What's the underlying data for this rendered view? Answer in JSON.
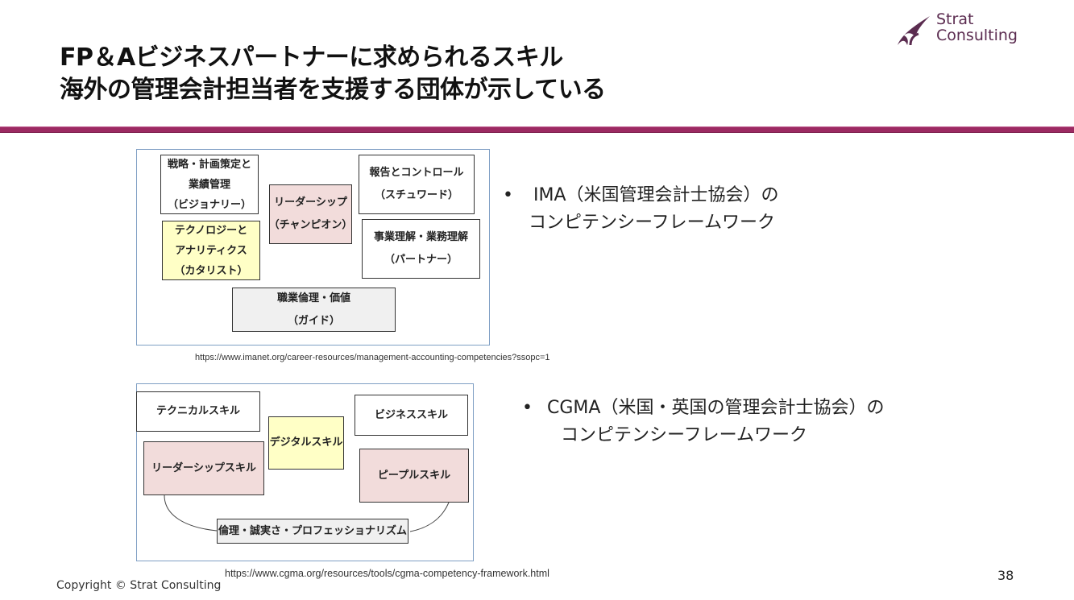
{
  "slide": {
    "title_line1": "FP＆Aビジネスパートナーに求められるスキル",
    "title_line2": "海外の管理会計担当者を支援する団体が示している",
    "logo": {
      "line1": "Strat",
      "line2": "Consulting",
      "icon": "strat-logo-icon"
    },
    "accent_color": "#9c2a62"
  },
  "ima_diagram": {
    "boxes": [
      {
        "lines": [
          "戦略・計画策定と",
          "業績管理",
          "（ビジョナリー）"
        ],
        "fill": "white"
      },
      {
        "lines": [
          "テクノロジーと",
          "アナリティクス",
          "（カタリスト）"
        ],
        "fill": "yellow"
      },
      {
        "lines": [
          "リーダーシップ",
          "（チャンピオン）"
        ],
        "fill": "pink"
      },
      {
        "lines": [
          "報告とコントロール",
          "（スチュワード）"
        ],
        "fill": "white"
      },
      {
        "lines": [
          "事業理解・業務理解",
          "（パートナー）"
        ],
        "fill": "white"
      },
      {
        "lines": [
          "職業倫理・価値",
          "（ガイド）"
        ],
        "fill": "gray"
      }
    ],
    "source_url": "https://www.imanet.org/career-resources/management-accounting-competencies?ssopc=1"
  },
  "cgma_diagram": {
    "boxes": [
      {
        "lines": [
          "テクニカルスキル"
        ],
        "fill": "white"
      },
      {
        "lines": [
          "デジタルスキル"
        ],
        "fill": "yellow"
      },
      {
        "lines": [
          "ビジネススキル"
        ],
        "fill": "white"
      },
      {
        "lines": [
          "リーダーシップスキル"
        ],
        "fill": "pink"
      },
      {
        "lines": [
          "ピープルスキル"
        ],
        "fill": "pink"
      },
      {
        "lines": [
          "倫理・誠実さ・プロフェッショナリズム"
        ],
        "fill": "gray"
      }
    ],
    "source_url": "https://www.cgma.org/resources/tools/cgma-competency-framework.html"
  },
  "bullets": [
    {
      "marker": "•",
      "line1": "IMA（米国管理会計士協会）の",
      "line2": "コンピテンシーフレームワーク"
    },
    {
      "marker": "•",
      "line1": "CGMA（米国・英国の管理会計士協会）の",
      "line2": "コンピテンシーフレームワーク"
    }
  ],
  "footer": {
    "copyright": "Copyright © Strat Consulting",
    "page_number": "38"
  }
}
